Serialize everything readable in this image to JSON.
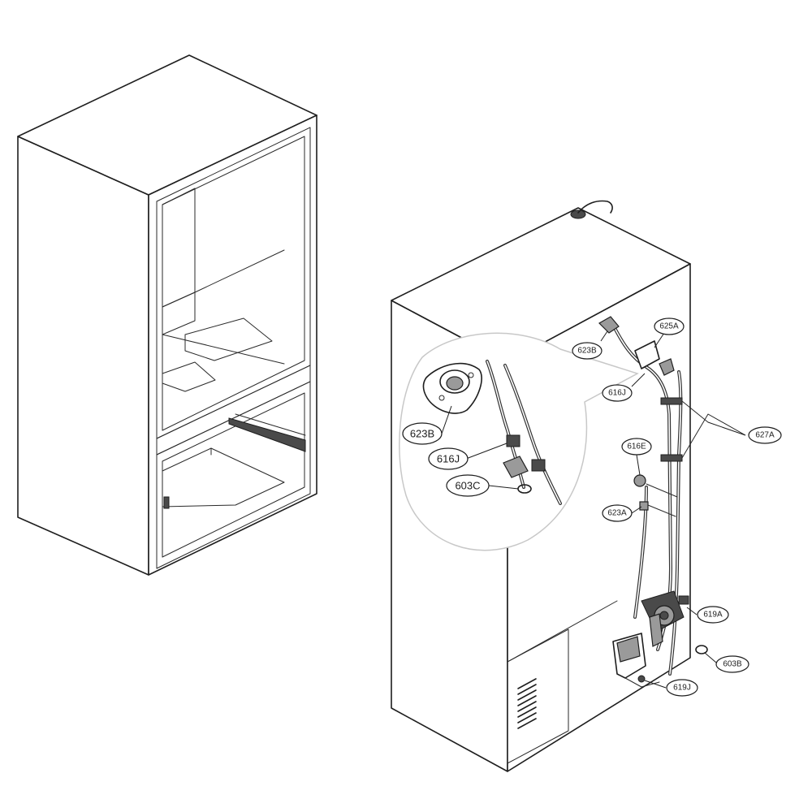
{
  "diagram": {
    "callouts": {
      "c623B_top": "623B",
      "c625A": "625A",
      "c616J_top": "616J",
      "c627A": "627A",
      "c616E": "616E",
      "c623A": "623A",
      "c619A": "619A",
      "c603B": "603B",
      "c619J": "619J",
      "c623B_zoom": "623B",
      "c616J_zoom": "616J",
      "c603C_zoom": "603C"
    }
  }
}
